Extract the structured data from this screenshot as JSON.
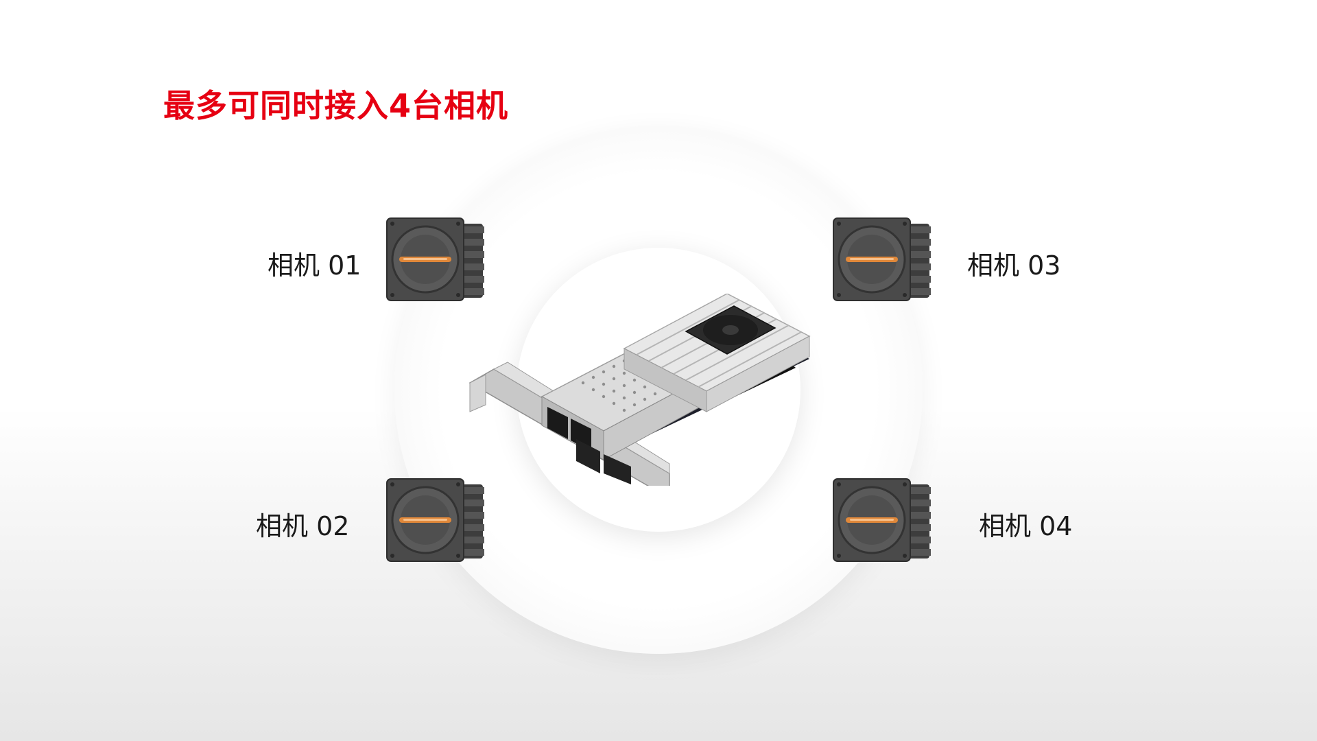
{
  "title": "最多可同时接入4台相机",
  "colors": {
    "accent": "#e60012",
    "label": "#1a1a1a",
    "camera_body": "#4a4a4a",
    "camera_stripe": "#e0883a"
  },
  "cameras": [
    {
      "label": "相机 01",
      "icon": "line-scan-camera-icon"
    },
    {
      "label": "相机 02",
      "icon": "line-scan-camera-icon"
    },
    {
      "label": "相机 03",
      "icon": "line-scan-camera-icon"
    },
    {
      "label": "相机 04",
      "icon": "line-scan-camera-icon"
    }
  ],
  "center": {
    "icon": "frame-grabber-card-icon"
  }
}
